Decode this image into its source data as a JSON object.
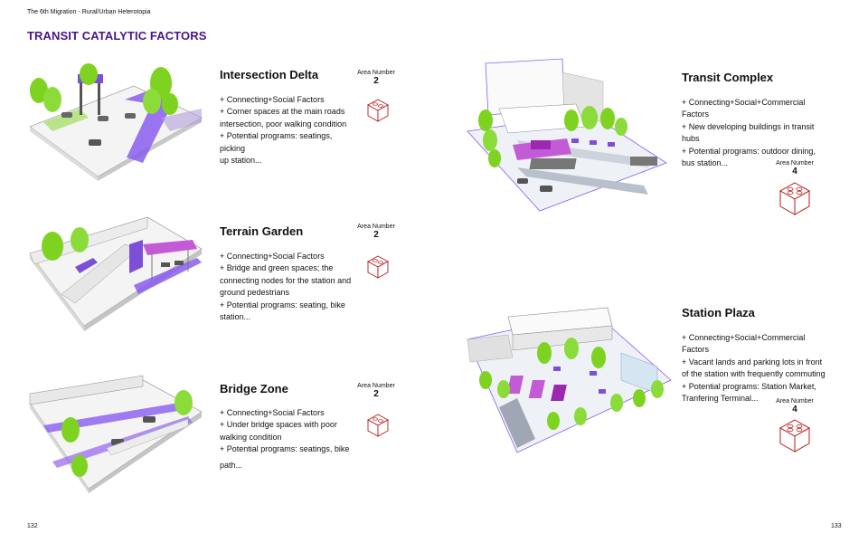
{
  "header": {
    "title": "The 6th Migration - Rural/Urban Heterotopia"
  },
  "section_title": "TRANSIT CATALYTIC FACTORS",
  "pages": {
    "left": "132",
    "right": "133"
  },
  "colors": {
    "accent_purple": "#4a148c",
    "highlight_violet": "#8a5cf0",
    "tree_green": "#7ed321"
  },
  "cards": [
    {
      "title": "Intersection Delta",
      "area_label": "Area Number",
      "area_value": "2",
      "desc": [
        "+ Connecting+Social Factors",
        "+ Corner spaces at the main roads",
        "intersection, poor walking condition",
        "+ Potential programs: seatings, picking",
        "up station..."
      ]
    },
    {
      "title": "Terrain Garden",
      "area_label": "Area Number",
      "area_value": "2",
      "desc": [
        "+ Connecting+Social Factors",
        "+ Bridge and green spaces; the",
        "connecting nodes for the station and",
        "ground pedestrians",
        "+ Potential programs: seating, bike",
        "station..."
      ]
    },
    {
      "title": "Bridge Zone",
      "area_label": "Area Number",
      "area_value": "2",
      "desc": [
        "+ Connecting+Social Factors",
        "+ Under bridge spaces with poor",
        "walking condition",
        "+ Potential programs: seatings, bike",
        "path..."
      ]
    },
    {
      "title": "Transit Complex",
      "area_label": "Area Number",
      "area_value": "4",
      "desc": [
        "+ Connecting+Social+Commercial",
        "Factors",
        "+ New developing buildings in transit",
        "hubs",
        "+ Potential programs: outdoor dining,",
        "bus station..."
      ]
    },
    {
      "title": "Station Plaza",
      "area_label": "Area Number",
      "area_value": "4",
      "desc": [
        "+ Connecting+Social+Commercial",
        "Factors",
        "+ Vacant lands and parking lots in front",
        "of the station with frequently commuting",
        "+ Potential programs: Station Market,",
        "Tranfering Terminal..."
      ]
    }
  ]
}
